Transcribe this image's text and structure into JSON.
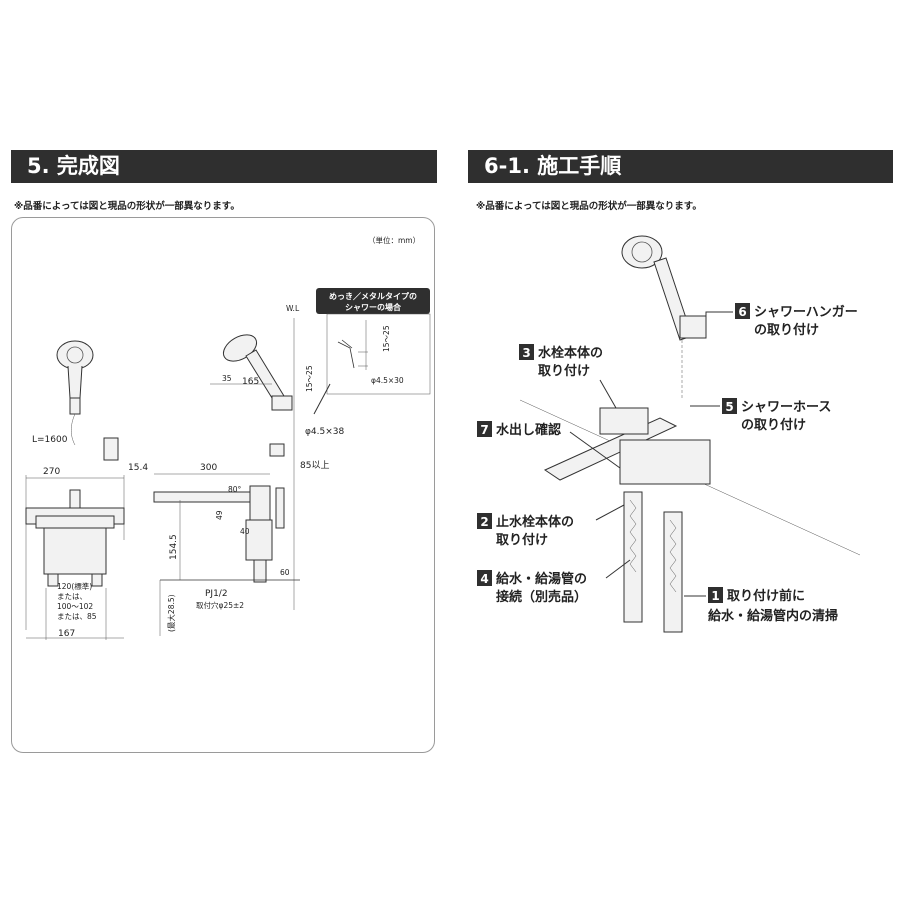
{
  "left": {
    "header": "5. 完成図",
    "note": "※品番によっては図と現品の形状が一部異なります。",
    "unit": "（単位：mm）",
    "inset_title_1": "めっき／メタルタイプの",
    "inset_title_2": "シャワーの場合",
    "labels": {
      "wl": "W.L",
      "hose_length": "L=1600",
      "d270": "270",
      "d15_4": "15.4",
      "d300": "300",
      "d85": "85以上",
      "d35": "35",
      "d165": "165",
      "d15_25": "15～25",
      "d80": "80°",
      "d49": "49",
      "d40": "40",
      "d154_5": "154.5",
      "d60": "60",
      "max28_5": "(最大28.5)",
      "pj": "PJ1/2",
      "hole": "取付穴φ25±2",
      "phi45x38": "φ4.5×38",
      "phi45x30": "φ4.5×30",
      "inset_15_25": "15～25",
      "pitch_1": "120(標準)",
      "pitch_2": "または、",
      "pitch_3": "100～102",
      "pitch_4": "または、85",
      "d167": "167"
    }
  },
  "right": {
    "header": "6-1. 施工手順",
    "note": "※品番によっては図と現品の形状が一部異なります。",
    "callouts": [
      {
        "num": "6",
        "line1": "シャワーハンガー",
        "line2": "の取り付け"
      },
      {
        "num": "3",
        "line1": "水栓本体の",
        "line2": "取り付け"
      },
      {
        "num": "5",
        "line1": "シャワーホース",
        "line2": "の取り付け"
      },
      {
        "num": "7",
        "line1": "水出し確認",
        "line2": ""
      },
      {
        "num": "2",
        "line1": "止水栓本体の",
        "line2": "取り付け"
      },
      {
        "num": "4",
        "line1": "給水・給湯管の",
        "line2": "接続（別売品）"
      },
      {
        "num": "1",
        "line1": "取り付け前に",
        "line2": "給水・給湯管内の清掃"
      }
    ]
  }
}
